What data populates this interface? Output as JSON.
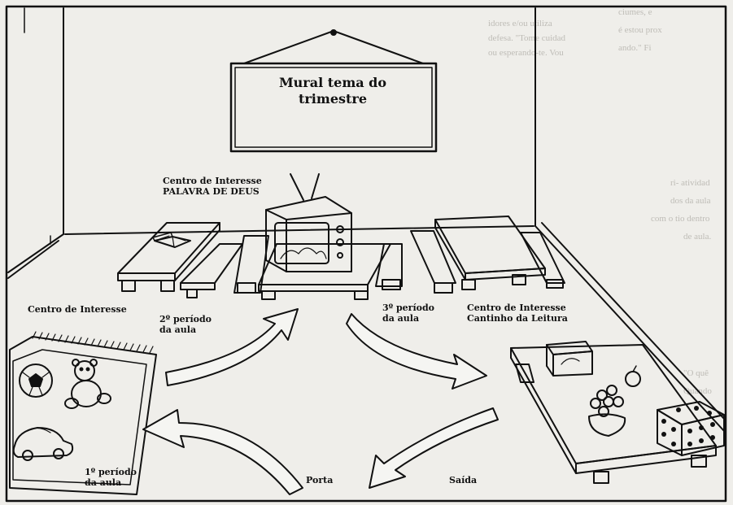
{
  "mural": {
    "line1": "Mural tema do",
    "line2": "trimestre"
  },
  "labels": {
    "centro_palavra_line1": "Centro de Interesse",
    "centro_palavra_line2": "PALAVRA DE DEUS",
    "centro_interesse_left": "Centro de Interesse",
    "periodo2_line1": "2º período",
    "periodo2_line2": "da aula",
    "periodo3_line1": "3º período",
    "periodo3_line2": "da aula",
    "centro_leitura_line1": "Centro de Interesse",
    "centro_leitura_line2": "Cantinho da Leitura",
    "periodo1_line1": "1º período",
    "periodo1_line2": "da aula",
    "porta": "Porta",
    "saida": "Saída"
  },
  "bleed_text": {
    "r1": "ciumes, e",
    "r2": "é estou prox",
    "r3": "ando.\" Fi",
    "m1": "idores e/ou utiliza",
    "m2": "defesa. \"Tome cuidad",
    "m3": "ou esperando-te. Vou",
    "l1": "ri- atividad",
    "l2": "dos da aula",
    "l3": "com o tio dentro",
    "l4": "de aula.",
    "b1": "\"O quê",
    "b2": "Quando"
  },
  "colors": {
    "paper": "#efeeea",
    "ink": "#111111",
    "bleed": "#b9b7b1"
  },
  "icons": [
    "television-icon",
    "open-bible-icon",
    "soccer-ball-icon",
    "teddy-bear-icon",
    "toy-car-icon",
    "gift-box-icon",
    "apple-icon",
    "flower-vase-icon",
    "dotted-box-icon"
  ]
}
